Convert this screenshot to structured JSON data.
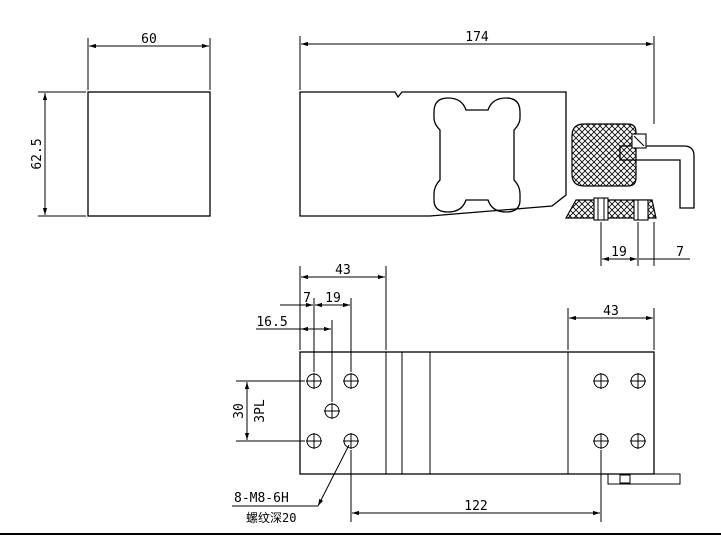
{
  "dimensions": {
    "front_width": "60",
    "front_height": "62.5",
    "side_length": "174",
    "cable_offset": "19",
    "cable_end": "7",
    "bottom_left_43": "43",
    "bottom_right_43": "43",
    "hole_7": "7",
    "hole_19": "19",
    "hole_16_5": "16.5",
    "spacing_30": "30",
    "count_3pl": "3PL",
    "thread_spec": "8-M8-6H",
    "thread_depth": "螺纹深20",
    "hole_span": "122"
  },
  "colors": {
    "line": "#000000",
    "background": "#ffffff"
  }
}
